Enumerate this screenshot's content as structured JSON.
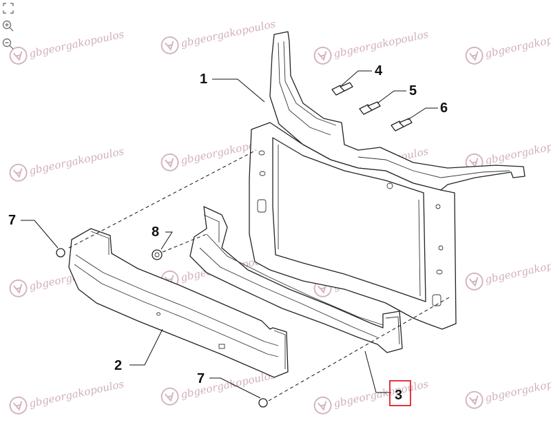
{
  "watermark": {
    "text": "gbgeorgakopoulos",
    "color": "#c9a2ad",
    "icon": "gb-logo-icon"
  },
  "callouts": [
    {
      "id": "1",
      "label": "1",
      "highlighted": false
    },
    {
      "id": "2",
      "label": "2",
      "highlighted": false
    },
    {
      "id": "3",
      "label": "3",
      "highlighted": true
    },
    {
      "id": "4",
      "label": "4",
      "highlighted": false
    },
    {
      "id": "5",
      "label": "5",
      "highlighted": false
    },
    {
      "id": "6",
      "label": "6",
      "highlighted": false
    },
    {
      "id": "7a",
      "label": "7",
      "highlighted": false
    },
    {
      "id": "7b",
      "label": "7",
      "highlighted": false
    },
    {
      "id": "8",
      "label": "8",
      "highlighted": false
    }
  ],
  "highlight_color": "#e0202a",
  "toolbar": [
    {
      "name": "fit-screen-icon"
    },
    {
      "name": "zoom-in-icon"
    },
    {
      "name": "zoom-out-icon"
    }
  ]
}
